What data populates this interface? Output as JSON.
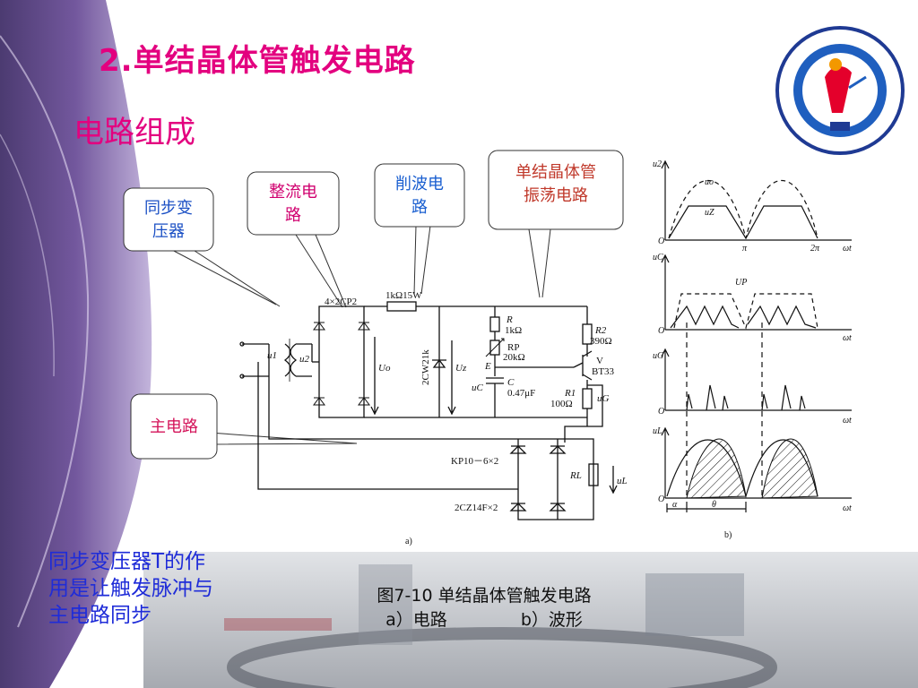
{
  "slide": {
    "title": "2.单结晶体管触发电路",
    "section": "电路组成",
    "note": {
      "lines": [
        "同步变压器T的作",
        "用是让触发脉冲与",
        "主电路同步"
      ]
    },
    "caption": {
      "line1": "图7-10   单结晶体管触发电路",
      "part_a": "a）电路",
      "part_b": "b）波形"
    }
  },
  "callouts": {
    "sync_transformer": [
      "同步变",
      "压器"
    ],
    "rectifier": [
      "整流电",
      "路"
    ],
    "clipper": [
      "削波电",
      "路"
    ],
    "ujt_oscillator": [
      "单结晶体管",
      "振荡电路"
    ],
    "main_circuit": [
      "主电路"
    ]
  },
  "circuit": {
    "bridge_label": "4×2CP2",
    "resistor_top": "1kΩ15W",
    "zener": "2CW21k",
    "r_label": "R",
    "r_value": "1kΩ",
    "rp_label": "RP",
    "rp_value": "20kΩ",
    "e_label": "E",
    "c_label": "C",
    "c_value": "0.47μF",
    "uc_label": "uC",
    "r2_label": "R2",
    "r2_value": "390Ω",
    "v_label": "V",
    "ujt_model": "BT33",
    "r1_label": "R1",
    "r1_value": "100Ω",
    "ug_label": "uG",
    "u1_label": "u1",
    "u2_label": "u2",
    "uo_label": "Uo",
    "uz_label": "Uz",
    "thyristor": "KP10－6×2",
    "diode": "2CZ14F×2",
    "rl_label": "RL",
    "ul_label": "uL",
    "figure_a": "a)"
  },
  "waveforms": {
    "figure_b": "b)",
    "panel1": {
      "y": "u2",
      "curve_o": "uo",
      "curve_z": "uZ",
      "origin": "O",
      "pi": "π",
      "two_pi": "2π",
      "x": "ωt"
    },
    "panel2": {
      "y": "uC",
      "peak": "UP",
      "origin": "O",
      "x": "ωt"
    },
    "panel3": {
      "y": "uG",
      "origin": "O",
      "x": "ωt"
    },
    "panel4": {
      "y": "uL",
      "origin": "O",
      "alpha": "α",
      "theta": "θ",
      "x": "ωt"
    }
  },
  "colors": {
    "title": "#e3007f",
    "note": "#1f2cd8",
    "callout_text": "#d4145a",
    "ujt_callout_text": "#c0392b",
    "rect_callout_text": "#d0006f",
    "clip_callout_text": "#1a5fd0",
    "sync_callout_text": "#1a4fc4"
  }
}
